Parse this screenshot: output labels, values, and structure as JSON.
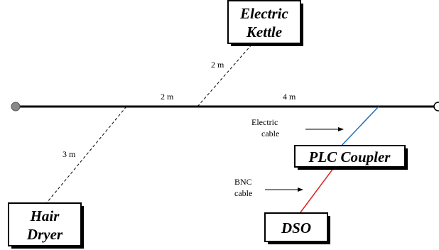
{
  "diagram": {
    "devices": {
      "kettle": {
        "line1": "Electric",
        "line2": "Kettle"
      },
      "hair_dryer": {
        "line1": "Hair",
        "line2": "Dryer"
      },
      "plc_coupler": {
        "label": "PLC Coupler"
      },
      "dso": {
        "label": "DSO"
      }
    },
    "distances": {
      "main_left": "2 m",
      "main_right": "4 m",
      "kettle_branch": "2 m",
      "dryer_branch": "3 m"
    },
    "cables": {
      "electric": {
        "line1": "Electric",
        "line2": "cable",
        "color": "#1f6fbf"
      },
      "bnc": {
        "line1": "BNC",
        "line2": "cable",
        "color": "#e02020"
      }
    },
    "colors": {
      "line": "#000000",
      "end_left_fill": "#888888",
      "end_right_fill": "#ffffff"
    }
  }
}
